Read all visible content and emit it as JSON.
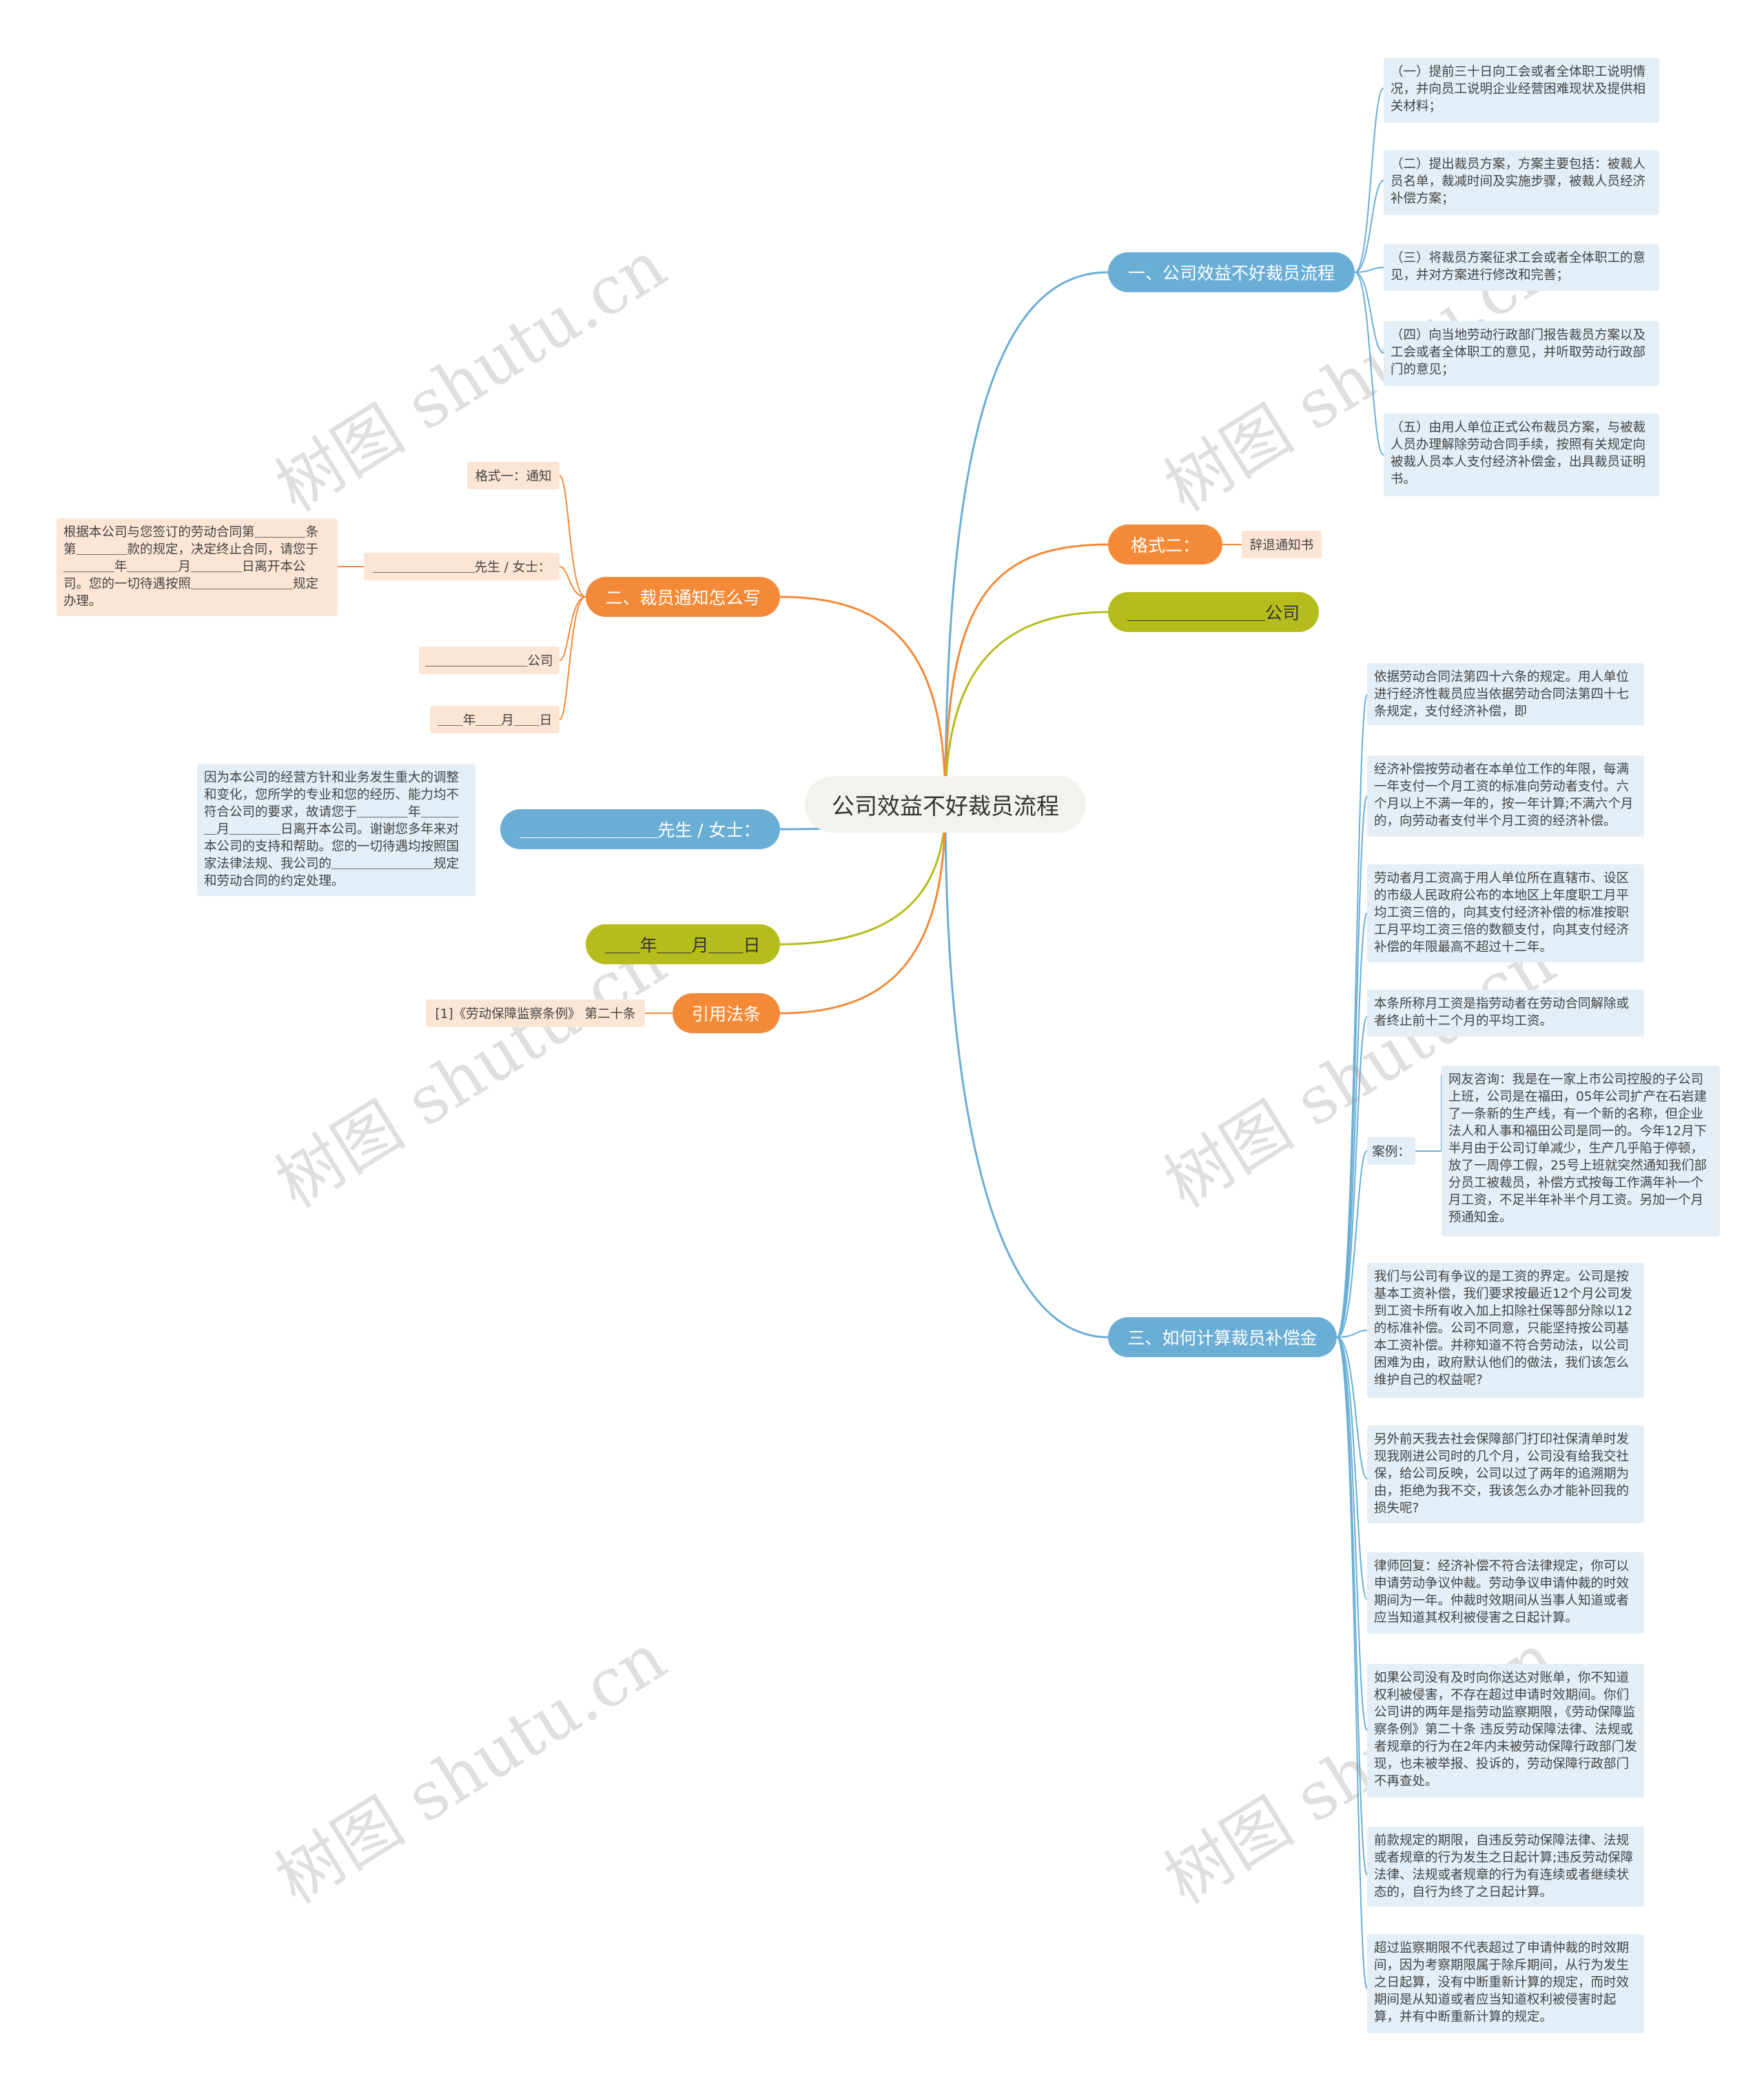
{
  "root": "公司效益不好裁员流程",
  "watermark": "树图 shutu.cn",
  "branches": {
    "b1": "一、公司效益不好裁员流程",
    "b2": "二、裁员通知怎么写",
    "b3": "三、如何计算裁员补偿金",
    "format2": "格式二：",
    "company": "＿＿＿＿＿＿＿＿公司",
    "mr": "＿＿＿＿＿＿＿＿先生 / 女士：",
    "date": "＿＿年＿＿月＿＿日",
    "law": "引用法条"
  },
  "b1_items": [
    "（一）提前三十日向工会或者全体职工说明情况，并向员工说明企业经营困难现状及提供相关材料；",
    "（二）提出裁员方案，方案主要包括：被裁人员名单，裁减时间及实施步骤，被裁人员经济补偿方案；",
    "（三）将裁员方案征求工会或者全体职工的意见，并对方案进行修改和完善；",
    "（四）向当地劳动行政部门报告裁员方案以及工会或者全体职工的意见，并听取劳动行政部门的意见；",
    "（五）由用人单位正式公布裁员方案，与被裁人员办理解除劳动合同手续，按照有关规定向被裁人员本人支付经济补偿金，出具裁员证明书。"
  ],
  "format2_item": "辞退通知书",
  "b2_items": {
    "format1": "格式一：通知",
    "mr": "＿＿＿＿＿＿＿＿先生 / 女士：",
    "mr_detail": "根据本公司与您签订的劳动合同第＿＿＿＿条第＿＿＿＿款的规定，决定终止合同，请您于＿＿＿＿年＿＿＿＿月＿＿＿＿日离开本公司。您的一切待遇按照＿＿＿＿＿＿＿＿规定办理。",
    "company": "＿＿＿＿＿＿＿＿公司",
    "date": "＿＿年＿＿月＿＿日"
  },
  "mr_detail": "因为本公司的经营方针和业务发生重大的调整和变化，您所学的专业和您的经历、能力均不符合公司的要求，故请您于＿＿＿＿年＿＿＿＿月＿＿＿＿日离开本公司。谢谢您多年来对本公司的支持和帮助。您的一切待遇均按照国家法律法规、我公司的＿＿＿＿＿＿＿＿规定和劳动合同的约定处理。",
  "law_item": "[1]《劳动保障监察条例》 第二十条",
  "b3_items": [
    "依据劳动合同法第四十六条的规定。用人单位进行经济性裁员应当依据劳动合同法第四十七条规定，支付经济补偿，即",
    "经济补偿按劳动者在本单位工作的年限，每满一年支付一个月工资的标准向劳动者支付。六个月以上不满一年的，按一年计算;不满六个月的，向劳动者支付半个月工资的经济补偿。",
    "劳动者月工资高于用人单位所在直辖市、设区的市级人民政府公布的本地区上年度职工月平均工资三倍的，向其支付经济补偿的标准按职工月平均工资三倍的数额支付，向其支付经济补偿的年限最高不超过十二年。",
    "本条所称月工资是指劳动者在劳动合同解除或者终止前十二个月的平均工资。",
    "案例：",
    "我们与公司有争议的是工资的界定。公司是按基本工资补偿，我们要求按最近12个月公司发到工资卡所有收入加上扣除社保等部分除以12的标准补偿。公司不同意，只能坚持按公司基本工资补偿。并称知道不符合劳动法，以公司困难为由，政府默认他们的做法，我们该怎么维护自己的权益呢?",
    "另外前天我去社会保障部门打印社保清单时发现我刚进公司时的几个月，公司没有给我交社保，给公司反映，公司以过了两年的追溯期为由，拒绝为我不交，我该怎么办才能补回我的损失呢?",
    "律师回复：经济补偿不符合法律规定，你可以申请劳动争议仲裁。劳动争议申请仲裁的时效期间为一年。仲裁时效期间从当事人知道或者应当知道其权利被侵害之日起计算。",
    "如果公司没有及时向你送达对账单，你不知道权利被侵害，不存在超过申请时效期间。你们公司讲的两年是指劳动监察期限，《劳动保障监察条例》第二十条 违反劳动保障法律、法规或者规章的行为在2年内未被劳动保障行政部门发现，也未被举报、投诉的，劳动保障行政部门不再查处。",
    "前款规定的期限，自违反劳动保障法律、法规或者规章的行为发生之日起计算;违反劳动保障法律、法规或者规章的行为有连续或者继续状态的，自行为终了之日起计算。",
    "超过监察期限不代表超过了申请仲裁的时效期间，因为考察期限属于除斥期间，从行为发生之日起算，没有中断重新计算的规定，而时效期间是从知道或者应当知道权利被侵害时起算，并有中断重新计算的规定。"
  ],
  "case_detail": "网友咨询：我是在一家上市公司控股的子公司上班，公司是在福田，05年公司扩产在石岩建了一条新的生产线，有一个新的名称，但企业法人和人事和福田公司是同一的。今年12月下半月由于公司订单减少，生产几乎陷于停顿，放了一周停工假，25号上班就突然通知我们部分员工被裁员，补偿方式按每工作满年补一个月工资，不足半年补半个月工资。另加一个月预通知金。",
  "colors": {
    "blue": "#6aaed6",
    "orange": "#f48a38",
    "olive": "#b5bd1c"
  }
}
